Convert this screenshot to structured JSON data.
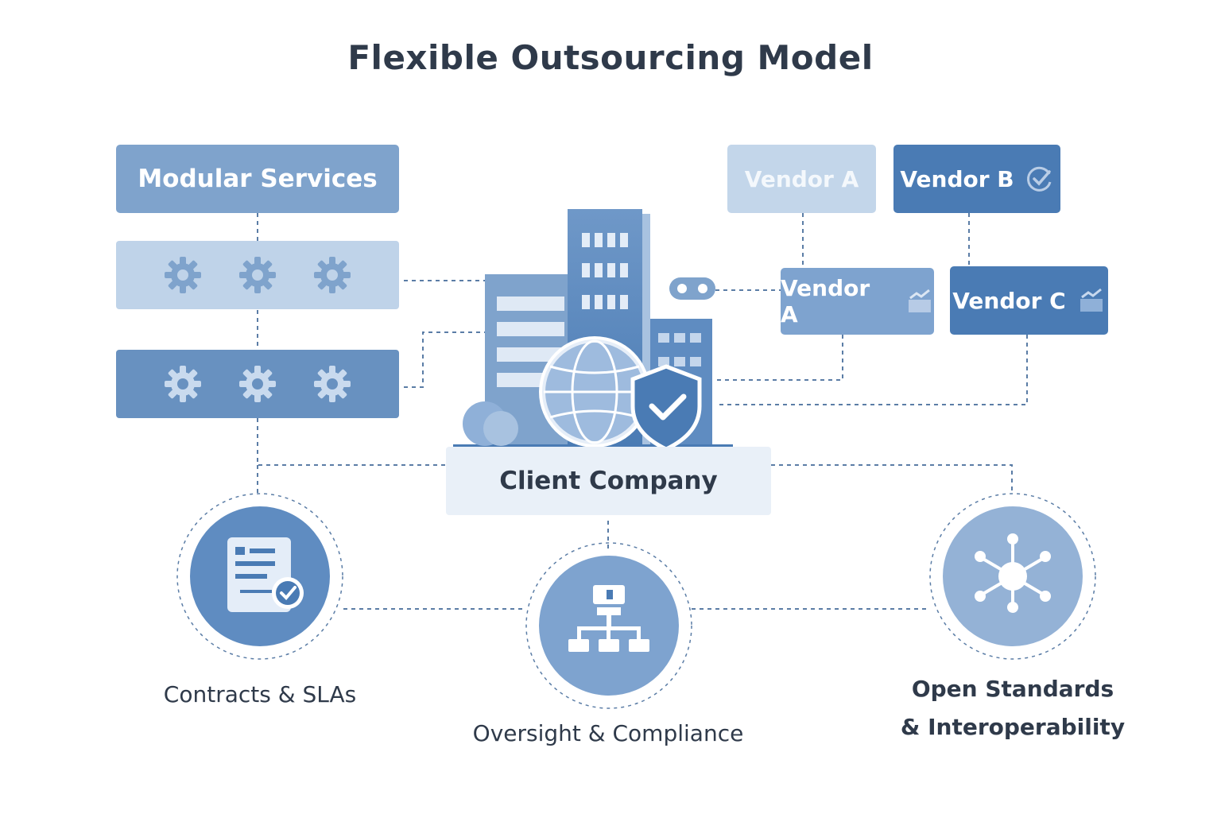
{
  "title": "Flexible Outsourcing Model",
  "modular_services": {
    "label": "Modular Services",
    "rows": [
      {
        "icons": [
          "gear-icon",
          "gear-icon",
          "gear-icon"
        ]
      },
      {
        "icons": [
          "gear-icon",
          "gear-icon",
          "gear-icon"
        ]
      }
    ]
  },
  "vendors": {
    "top_left": "Vendor A",
    "top_right": "Vendor B",
    "mid_left": "Vendor A",
    "mid_right": "Vendor C"
  },
  "client": {
    "label": "Client Company",
    "icons": [
      "office-building-icon",
      "globe-icon",
      "shield-check-icon",
      "link-icon"
    ]
  },
  "pillars": [
    {
      "label": "Contracts & SLAs",
      "icon": "contract-check-icon"
    },
    {
      "label": "Oversight & Compliance",
      "icon": "org-hierarchy-icon"
    },
    {
      "label_line1": "Open Standards",
      "label_line2": "& Interoperability",
      "icon": "network-hub-icon"
    }
  ],
  "colors": {
    "dark_blue": "#4a7bb4",
    "mid_blue": "#7ea3cf",
    "light_blue": "#c3d6ea",
    "text": "#2f3a4a"
  }
}
